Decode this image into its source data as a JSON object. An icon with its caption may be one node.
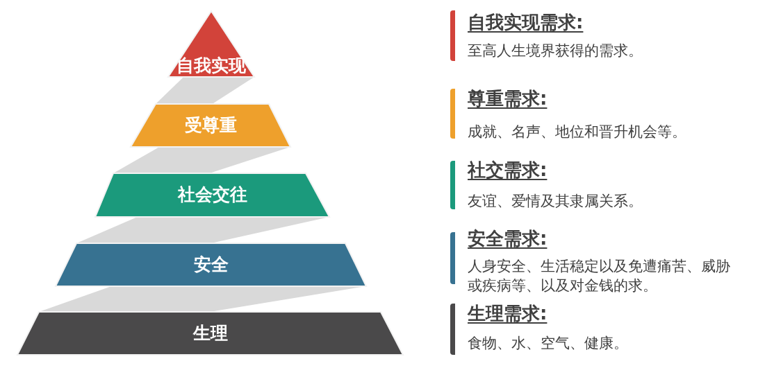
{
  "diagram": {
    "nodes": [
      {
        "text": [
          "自我实现"
        ]
      },
      {
        "text": [
          "受尊重"
        ]
      },
      {
        "text": [
          "社会交往"
        ]
      },
      {
        "text": [
          "安全"
        ]
      },
      {
        "text": [
          "生理"
        ]
      },
      {
        "text": [
          "自我实现需求:",
          "至高人生境界获得的需求。"
        ]
      },
      {
        "text": [
          "尊重需求:",
          "成就、名声、地位和晋升机会等。"
        ]
      },
      {
        "text": [
          "社交需求:",
          "友谊、爱情及其隶属关系。"
        ]
      },
      {
        "text": [
          "安全需求:",
          "人身安全、生活稳定以及免遭痛苦、威胁或疾病等、以及对金钱的求。"
        ]
      },
      {
        "text": [
          "生理需求:",
          "食物、水、空气、健康。"
        ]
      }
    ]
  }
}
